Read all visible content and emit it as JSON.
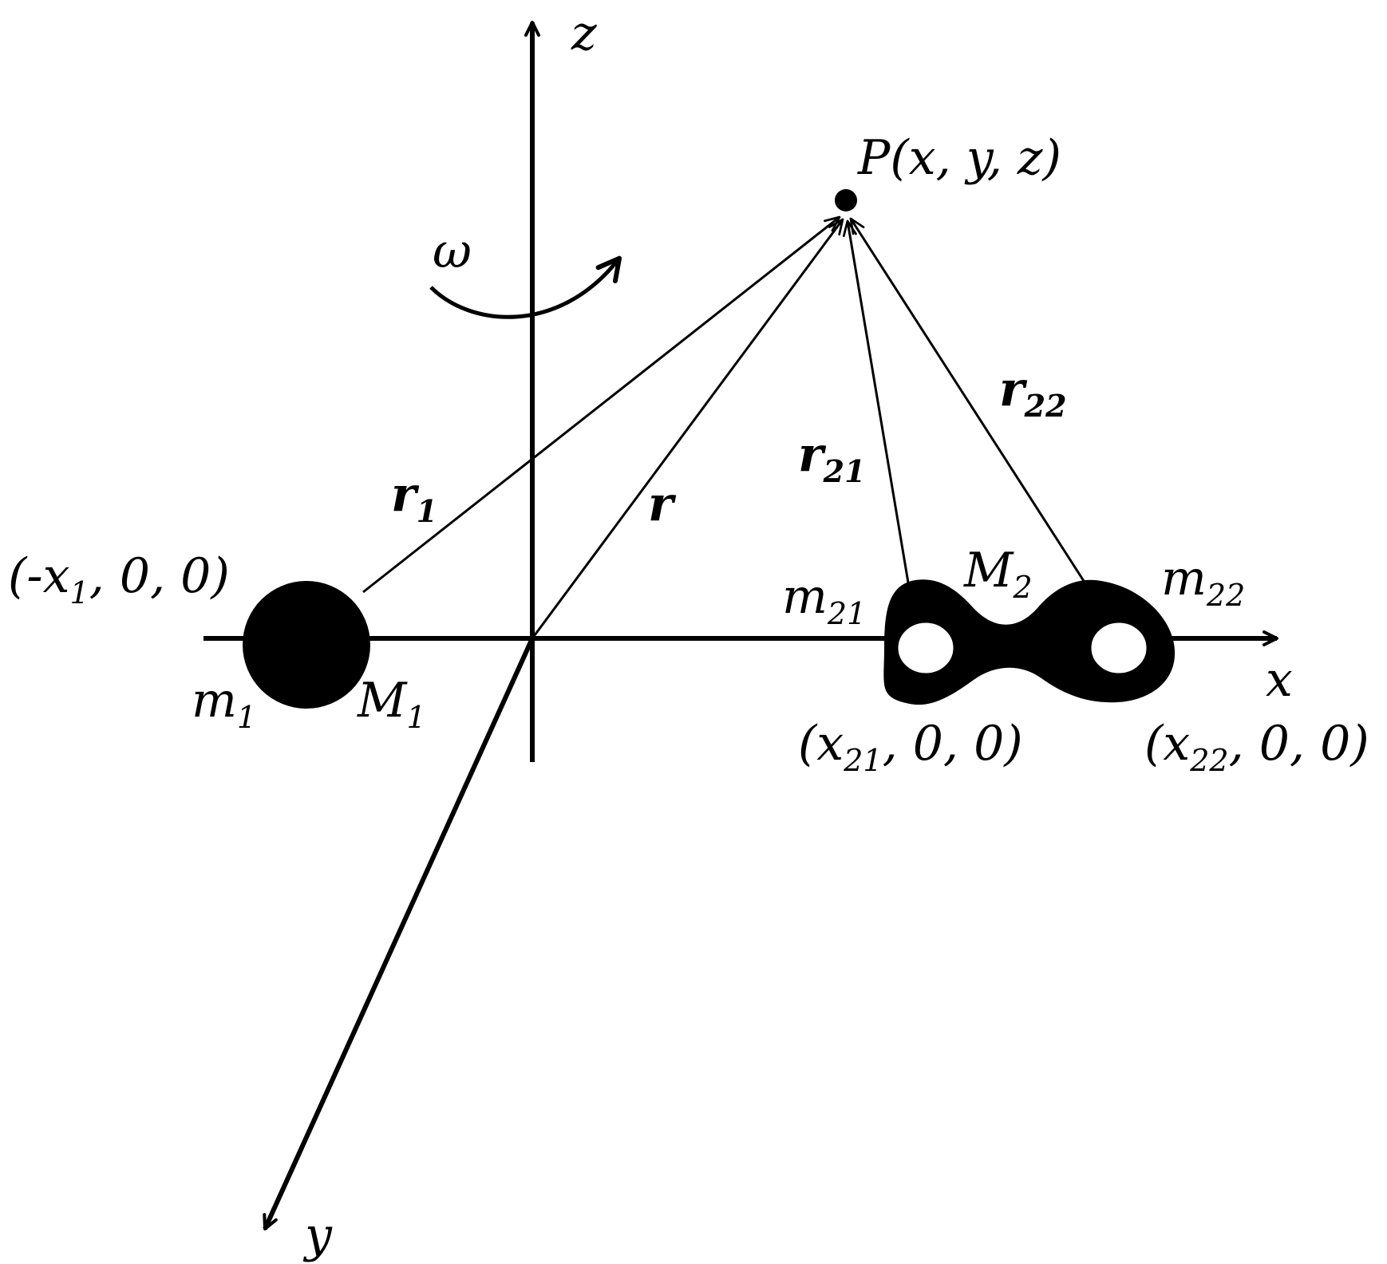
{
  "labels": {
    "axis_z": "z",
    "axis_x": "x",
    "axis_y": "y",
    "omega": "ω",
    "point_p": "P(x, y, z)",
    "r": "r",
    "r1": {
      "base": "r",
      "sub": "1"
    },
    "r21": {
      "base": "r",
      "sub": "21"
    },
    "r22": {
      "base": "r",
      "sub": "22"
    },
    "coord_m1": {
      "open": "(-x",
      "sub": "1",
      "rest": ", 0, 0)"
    },
    "coord_m21": {
      "open": "(x",
      "sub": "21",
      "rest": ", 0, 0)"
    },
    "coord_m22": {
      "open": "(x",
      "sub": "22",
      "rest": ", 0, 0)"
    },
    "m1": {
      "base": "m",
      "sub": "1"
    },
    "M1": {
      "base": "M",
      "sub": "1"
    },
    "M2": {
      "base": "M",
      "sub": "2"
    },
    "m21": {
      "base": "m",
      "sub": "21"
    },
    "m22": {
      "base": "m",
      "sub": "22"
    }
  },
  "colors": {
    "stroke": "#000000",
    "background": "#ffffff"
  }
}
